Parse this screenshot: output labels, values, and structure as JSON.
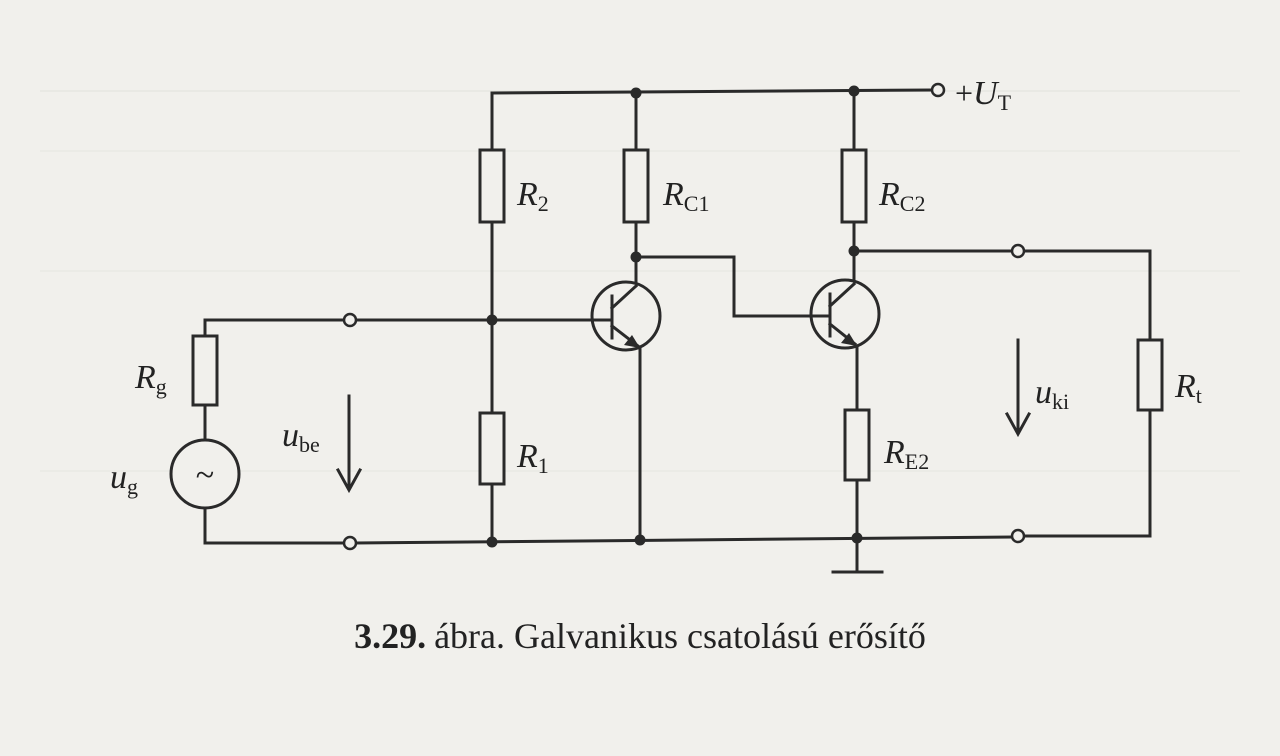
{
  "figure": {
    "number": "3.29.",
    "caption": "ábra. Galvanikus csatolású erősítő"
  },
  "labels": {
    "supply_sign": "+",
    "supply_main": "U",
    "supply_sub": "T",
    "r2_main": "R",
    "r2_sub": "2",
    "r1_main": "R",
    "r1_sub": "1",
    "rc1_main": "R",
    "rc1_sub": "C1",
    "rc2_main": "R",
    "rc2_sub": "C2",
    "re2_main": "R",
    "re2_sub": "E2",
    "rg_main": "R",
    "rg_sub": "g",
    "rt_main": "R",
    "rt_sub": "t",
    "ug_main": "u",
    "ug_sub": "g",
    "ube_main": "u",
    "ube_sub": "be",
    "uki_main": "u",
    "uki_sub": "ki",
    "source_symbol": "~"
  },
  "colors": {
    "paper": "#f1f0ec",
    "ink": "#2a2a2a"
  }
}
